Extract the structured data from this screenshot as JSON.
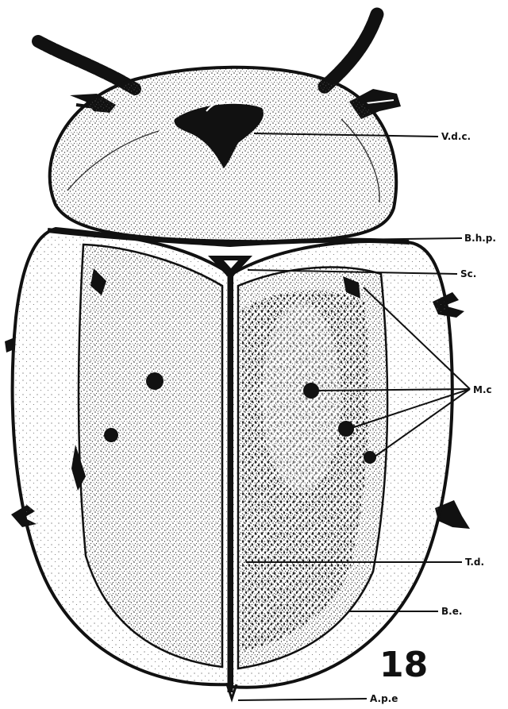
{
  "figure_number": "18",
  "colors": {
    "ink": "#111111",
    "paper": "#ffffff",
    "stipple": "#3a3a3a"
  },
  "labels": {
    "vdc": "V.d.c.",
    "bhp": "B.h.p.",
    "sc": "Sc.",
    "mc": "M.c",
    "td": "T.d.",
    "be": "B.e.",
    "ape": "A.p.e"
  }
}
